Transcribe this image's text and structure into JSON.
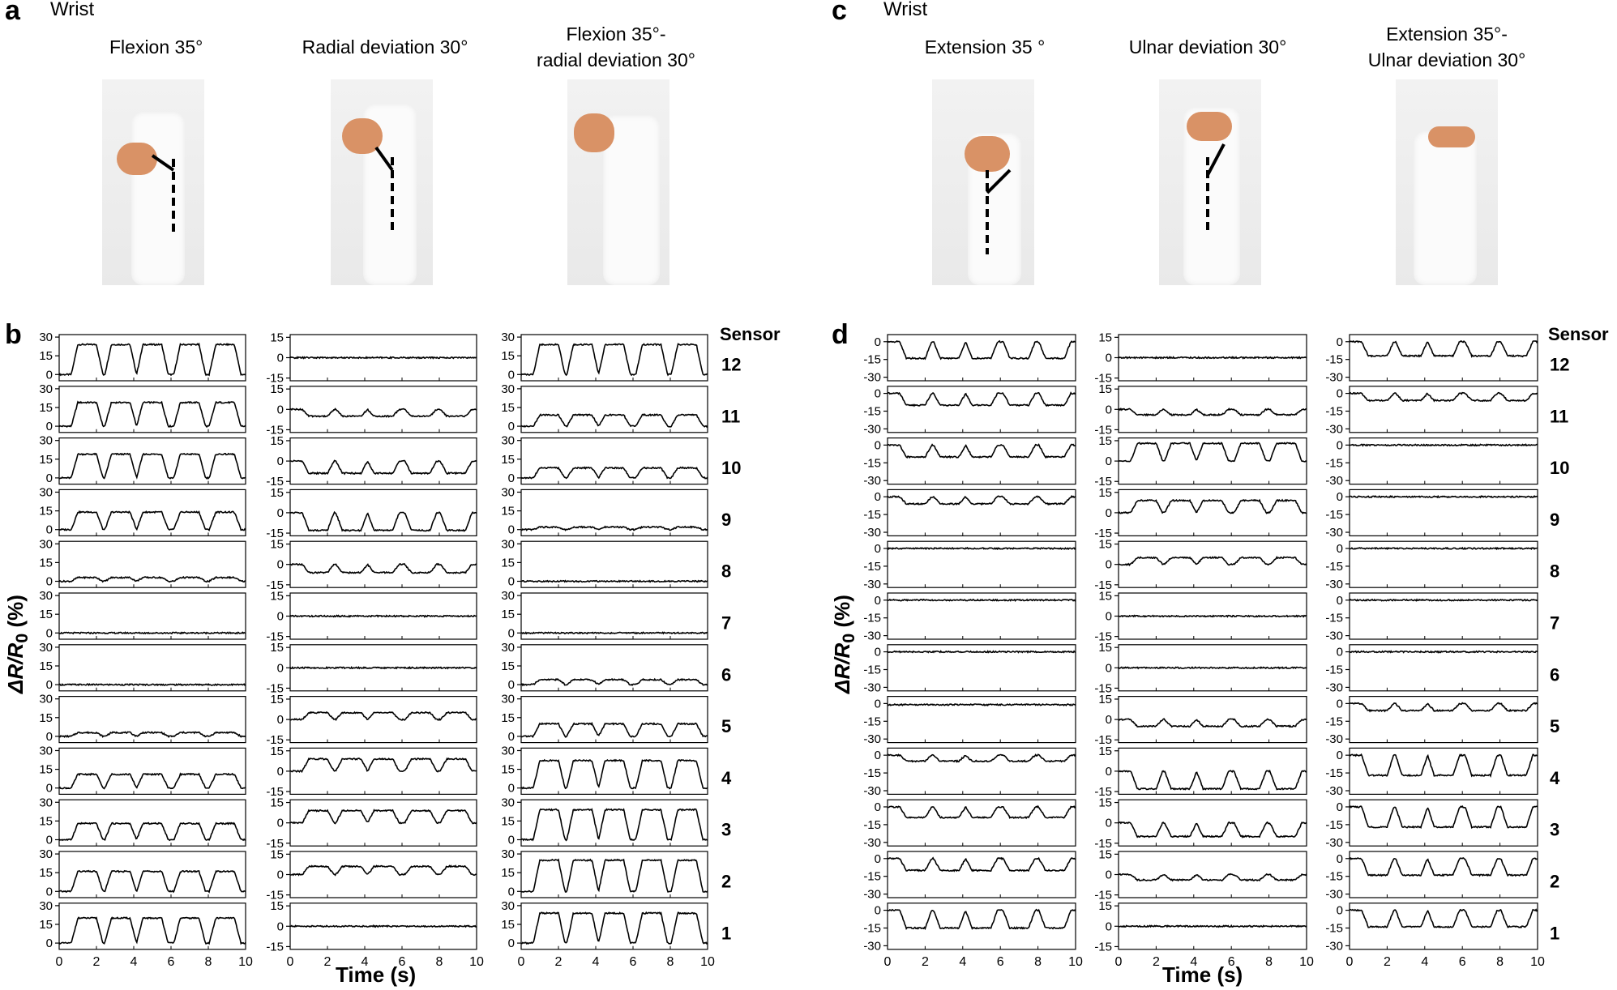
{
  "left": {
    "panel_top": "a",
    "panel_bottom": "b",
    "section": "Wrist",
    "conditions": [
      {
        "line1": "Flexion 35°",
        "line2": ""
      },
      {
        "line1": "Radial deviation 30°",
        "line2": ""
      },
      {
        "line1": "Flexion 35°-",
        "line2": "radial deviation 30°"
      }
    ]
  },
  "right": {
    "panel_top": "c",
    "panel_bottom": "d",
    "section": "Wrist",
    "conditions": [
      {
        "line1": "Extension 35 °",
        "line2": ""
      },
      {
        "line1": "Ulnar deviation 30°",
        "line2": ""
      },
      {
        "line1": "Extension 35°-",
        "line2": "Ulnar deviation 30°"
      }
    ]
  },
  "sensor_header": "Sensor",
  "ylabel_left": "ΔR/R",
  "ylabel_sub": "0",
  "ylabel_unit": " (%)",
  "xlabel": "Time (s)",
  "chart_data": {
    "type": "line",
    "x_range": [
      0,
      10
    ],
    "x_ticks": [
      0,
      2,
      4,
      6,
      8,
      10
    ],
    "sensors": [
      12,
      11,
      10,
      9,
      8,
      7,
      6,
      5,
      4,
      3,
      2,
      1
    ],
    "panels": [
      {
        "panel": "b",
        "columns": [
          {
            "condition": "Flexion 35°",
            "ylim": [
              -5,
              32
            ],
            "yticks": [
              0,
              15,
              30
            ],
            "signals": [
              {
                "sensor": 12,
                "shape": "pulse",
                "base": 0,
                "amplitude": 24
              },
              {
                "sensor": 11,
                "shape": "pulse",
                "base": 0,
                "amplitude": 19
              },
              {
                "sensor": 10,
                "shape": "pulse",
                "base": 0,
                "amplitude": 19
              },
              {
                "sensor": 9,
                "shape": "pulse",
                "base": 0,
                "amplitude": 14
              },
              {
                "sensor": 8,
                "shape": "pulse",
                "base": 0,
                "amplitude": 3
              },
              {
                "sensor": 7,
                "shape": "flat",
                "base": 0,
                "amplitude": 0
              },
              {
                "sensor": 6,
                "shape": "flat",
                "base": 0,
                "amplitude": 0
              },
              {
                "sensor": 5,
                "shape": "pulse",
                "base": 0,
                "amplitude": 3
              },
              {
                "sensor": 4,
                "shape": "pulse",
                "base": 0,
                "amplitude": 11
              },
              {
                "sensor": 3,
                "shape": "pulse",
                "base": 0,
                "amplitude": 13
              },
              {
                "sensor": 2,
                "shape": "pulse",
                "base": 0,
                "amplitude": 16
              },
              {
                "sensor": 1,
                "shape": "pulse",
                "base": 0,
                "amplitude": 20
              }
            ]
          },
          {
            "condition": "Radial deviation 30°",
            "ylim": [
              -17,
              17
            ],
            "yticks": [
              -15,
              0,
              15
            ],
            "signals": [
              {
                "sensor": 12,
                "shape": "flat",
                "base": 0,
                "amplitude": 0
              },
              {
                "sensor": 11,
                "shape": "dip",
                "base": 0,
                "amplitude": 5
              },
              {
                "sensor": 10,
                "shape": "dip",
                "base": 0,
                "amplitude": 9
              },
              {
                "sensor": 9,
                "shape": "dip",
                "base": 0,
                "amplitude": 13
              },
              {
                "sensor": 8,
                "shape": "dip",
                "base": 0,
                "amplitude": 6
              },
              {
                "sensor": 7,
                "shape": "flat",
                "base": 0,
                "amplitude": 0
              },
              {
                "sensor": 6,
                "shape": "flat",
                "base": 0,
                "amplitude": 0
              },
              {
                "sensor": 5,
                "shape": "pulse",
                "base": 0,
                "amplitude": 5
              },
              {
                "sensor": 4,
                "shape": "pulse",
                "base": 0,
                "amplitude": 9
              },
              {
                "sensor": 3,
                "shape": "pulse",
                "base": 0,
                "amplitude": 9
              },
              {
                "sensor": 2,
                "shape": "pulse",
                "base": 0,
                "amplitude": 6
              },
              {
                "sensor": 1,
                "shape": "flat",
                "base": 0,
                "amplitude": 0
              }
            ]
          },
          {
            "condition": "Flexion 35°-radial deviation 30°",
            "ylim": [
              -5,
              32
            ],
            "yticks": [
              0,
              15,
              30
            ],
            "signals": [
              {
                "sensor": 12,
                "shape": "pulse",
                "base": 0,
                "amplitude": 24
              },
              {
                "sensor": 11,
                "shape": "pulse",
                "base": 0,
                "amplitude": 9
              },
              {
                "sensor": 10,
                "shape": "pulse",
                "base": 0,
                "amplitude": 8
              },
              {
                "sensor": 9,
                "shape": "pulse",
                "base": 0,
                "amplitude": 2
              },
              {
                "sensor": 8,
                "shape": "flat",
                "base": 0,
                "amplitude": 0
              },
              {
                "sensor": 7,
                "shape": "flat",
                "base": 0,
                "amplitude": 0
              },
              {
                "sensor": 6,
                "shape": "pulse",
                "base": 0,
                "amplitude": 4
              },
              {
                "sensor": 5,
                "shape": "pulse",
                "base": 0,
                "amplitude": 10
              },
              {
                "sensor": 4,
                "shape": "pulse",
                "base": 0,
                "amplitude": 22
              },
              {
                "sensor": 3,
                "shape": "pulse",
                "base": 0,
                "amplitude": 24
              },
              {
                "sensor": 2,
                "shape": "pulse",
                "base": 0,
                "amplitude": 25
              },
              {
                "sensor": 1,
                "shape": "pulse",
                "base": 0,
                "amplitude": 24
              }
            ]
          }
        ]
      },
      {
        "panel": "d",
        "columns": [
          {
            "condition": "Extension 35 °",
            "ylim": [
              -33,
              6
            ],
            "yticks": [
              -30,
              -15,
              0
            ],
            "signals": [
              {
                "sensor": 12,
                "shape": "dip",
                "base": 0,
                "amplitude": 14
              },
              {
                "sensor": 11,
                "shape": "dip",
                "base": 0,
                "amplitude": 10
              },
              {
                "sensor": 10,
                "shape": "dip",
                "base": 0,
                "amplitude": 10
              },
              {
                "sensor": 9,
                "shape": "dip",
                "base": 0,
                "amplitude": 6
              },
              {
                "sensor": 8,
                "shape": "flat",
                "base": 0,
                "amplitude": 0
              },
              {
                "sensor": 7,
                "shape": "flat",
                "base": 0,
                "amplitude": 0
              },
              {
                "sensor": 6,
                "shape": "flat",
                "base": 0,
                "amplitude": 0
              },
              {
                "sensor": 5,
                "shape": "flat",
                "base": -1,
                "amplitude": 0
              },
              {
                "sensor": 4,
                "shape": "dip",
                "base": 0,
                "amplitude": 5
              },
              {
                "sensor": 3,
                "shape": "dip",
                "base": 0,
                "amplitude": 9
              },
              {
                "sensor": 2,
                "shape": "dip",
                "base": 0,
                "amplitude": 10
              },
              {
                "sensor": 1,
                "shape": "dip",
                "base": 0,
                "amplitude": 15
              }
            ]
          },
          {
            "condition": "Ulnar deviation 30°",
            "ylim": [
              -17,
              17
            ],
            "yticks": [
              -15,
              0,
              15
            ],
            "signals": [
              {
                "sensor": 12,
                "shape": "flat",
                "base": 0,
                "amplitude": 0
              },
              {
                "sensor": 11,
                "shape": "dip",
                "base": 0,
                "amplitude": 4
              },
              {
                "sensor": 10,
                "shape": "pulse",
                "base": 0,
                "amplitude": 13
              },
              {
                "sensor": 9,
                "shape": "pulse",
                "base": 0,
                "amplitude": 9
              },
              {
                "sensor": 8,
                "shape": "pulse",
                "base": 0,
                "amplitude": 5
              },
              {
                "sensor": 7,
                "shape": "flat",
                "base": 0,
                "amplitude": 0
              },
              {
                "sensor": 6,
                "shape": "flat",
                "base": 0,
                "amplitude": 0
              },
              {
                "sensor": 5,
                "shape": "dip",
                "base": 0,
                "amplitude": 5
              },
              {
                "sensor": 4,
                "shape": "dip",
                "base": 0,
                "amplitude": 13
              },
              {
                "sensor": 3,
                "shape": "dip",
                "base": 0,
                "amplitude": 10
              },
              {
                "sensor": 2,
                "shape": "dip",
                "base": 0,
                "amplitude": 4
              },
              {
                "sensor": 1,
                "shape": "flat",
                "base": 0,
                "amplitude": 0
              }
            ]
          },
          {
            "condition": "Extension 35°-Ulnar deviation 30°",
            "ylim": [
              -33,
              6
            ],
            "yticks": [
              -30,
              -15,
              0
            ],
            "signals": [
              {
                "sensor": 12,
                "shape": "dip",
                "base": 0,
                "amplitude": 12
              },
              {
                "sensor": 11,
                "shape": "dip",
                "base": 0,
                "amplitude": 6
              },
              {
                "sensor": 10,
                "shape": "flat",
                "base": 0,
                "amplitude": 0
              },
              {
                "sensor": 9,
                "shape": "flat",
                "base": 0,
                "amplitude": 0
              },
              {
                "sensor": 8,
                "shape": "flat",
                "base": 0,
                "amplitude": 0
              },
              {
                "sensor": 7,
                "shape": "flat",
                "base": 0,
                "amplitude": 0
              },
              {
                "sensor": 6,
                "shape": "flat",
                "base": 0,
                "amplitude": 0
              },
              {
                "sensor": 5,
                "shape": "dip",
                "base": 0,
                "amplitude": 6
              },
              {
                "sensor": 4,
                "shape": "dip",
                "base": 0,
                "amplitude": 17
              },
              {
                "sensor": 3,
                "shape": "dip",
                "base": 0,
                "amplitude": 17
              },
              {
                "sensor": 2,
                "shape": "dip",
                "base": 0,
                "amplitude": 14
              },
              {
                "sensor": 1,
                "shape": "dip",
                "base": 0,
                "amplitude": 14
              }
            ]
          }
        ]
      }
    ]
  }
}
